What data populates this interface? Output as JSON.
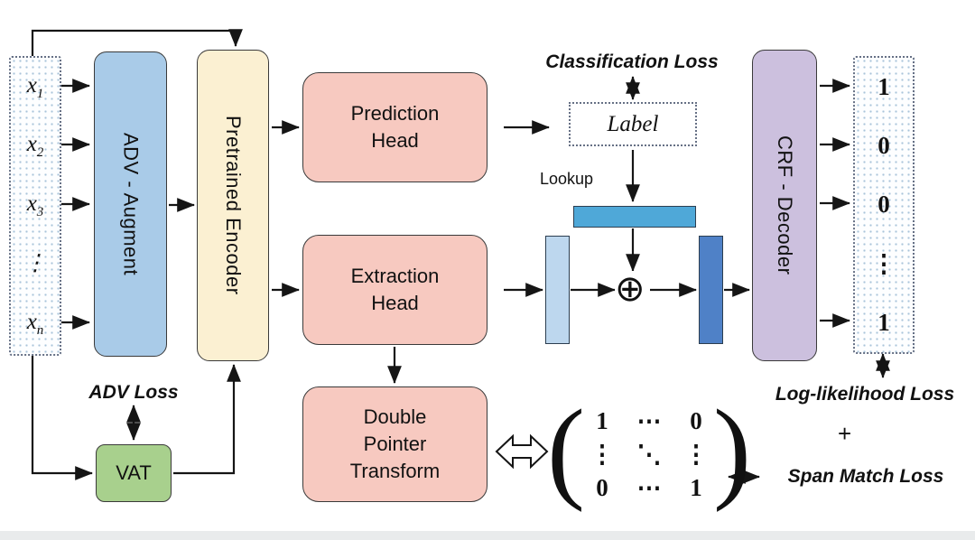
{
  "blocks": {
    "adv_augment": "ADV - Augment",
    "pretrained_encoder": "Pretrained Encoder",
    "prediction_head": "Prediction Head",
    "extraction_head": "Extraction Head",
    "double_pointer_transform": "Double Pointer Transform",
    "vat": "VAT",
    "crf_decoder": "CRF - Decoder"
  },
  "inputs": {
    "tokens": [
      {
        "base": "x",
        "sub": "1"
      },
      {
        "base": "x",
        "sub": "2"
      },
      {
        "base": "x",
        "sub": "3"
      },
      {
        "base": "⋮",
        "sub": ""
      },
      {
        "base": "x",
        "sub": "n"
      }
    ]
  },
  "outputs": {
    "values": [
      "1",
      "0",
      "0",
      "⋮",
      "1"
    ]
  },
  "losses": {
    "classification": "Classification Loss",
    "adv": "ADV Loss",
    "log_likelihood": "Log-likelihood Loss",
    "plus": "+",
    "span_match": "Span Match Loss"
  },
  "annotations": {
    "label_box": "Label",
    "lookup": "Lookup",
    "oplus": "⊕"
  },
  "matrix": {
    "paren_left": "(",
    "paren_right": ")",
    "rows": [
      [
        "1",
        "⋯",
        "0"
      ],
      [
        "⋮",
        "⋱",
        "⋮"
      ],
      [
        "0",
        "⋯",
        "1"
      ]
    ]
  },
  "colors": {
    "adv_augment_fill": "#A9CBE8",
    "encoder_fill": "#FBF0D2",
    "head_fill": "#F7C9C0",
    "vat_fill": "#A8D08D",
    "crf_fill": "#CCC0DE",
    "lookup_bar_fill": "#4FA8D8",
    "left_bar_fill": "#BDD7EE",
    "right_bar_fill": "#4F81C7"
  }
}
